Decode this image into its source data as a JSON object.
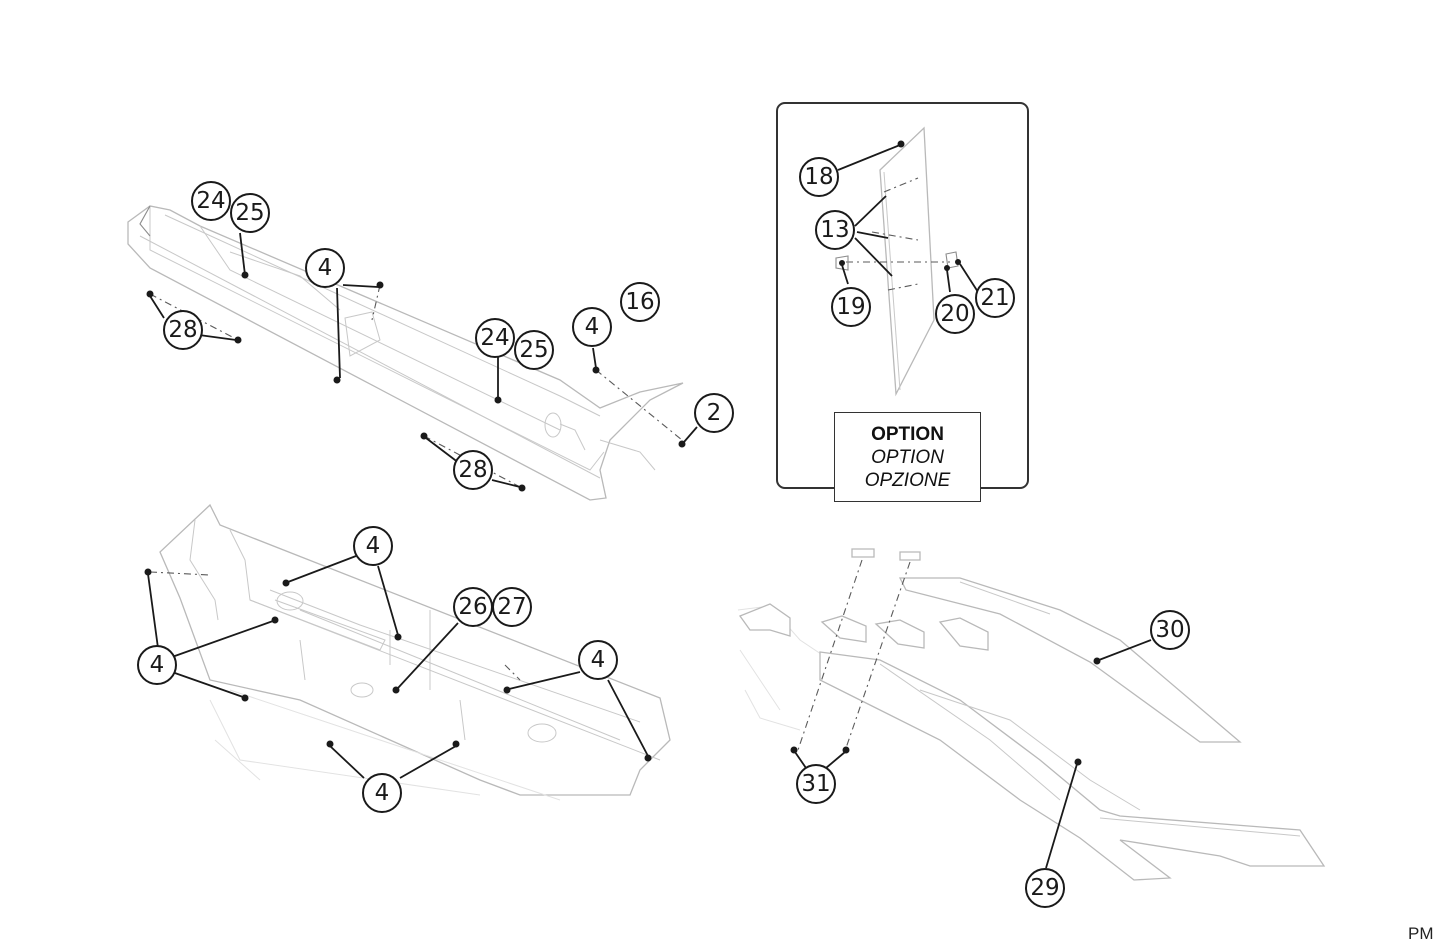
{
  "option_panel": {
    "label_lines": [
      "OPTION",
      "OPTION",
      "OPZIONE"
    ]
  },
  "page_code": "PM",
  "callouts": [
    {
      "id": "c-24-a",
      "text": "24"
    },
    {
      "id": "c-25-a",
      "text": "25"
    },
    {
      "id": "c-4-a",
      "text": "4"
    },
    {
      "id": "c-28-a",
      "text": "28"
    },
    {
      "id": "c-16",
      "text": "16"
    },
    {
      "id": "c-4-b",
      "text": "4"
    },
    {
      "id": "c-24-b",
      "text": "24"
    },
    {
      "id": "c-25-b",
      "text": "25"
    },
    {
      "id": "c-2",
      "text": "2"
    },
    {
      "id": "c-28-b",
      "text": "28"
    },
    {
      "id": "c-18",
      "text": "18"
    },
    {
      "id": "c-13",
      "text": "13"
    },
    {
      "id": "c-19",
      "text": "19"
    },
    {
      "id": "c-20",
      "text": "20"
    },
    {
      "id": "c-21",
      "text": "21"
    },
    {
      "id": "c-4-c",
      "text": "4"
    },
    {
      "id": "c-26",
      "text": "26"
    },
    {
      "id": "c-27",
      "text": "27"
    },
    {
      "id": "c-4-d",
      "text": "4"
    },
    {
      "id": "c-4-e",
      "text": "4"
    },
    {
      "id": "c-4-f",
      "text": "4"
    },
    {
      "id": "c-30",
      "text": "30"
    },
    {
      "id": "c-31",
      "text": "31"
    },
    {
      "id": "c-29",
      "text": "29"
    }
  ]
}
